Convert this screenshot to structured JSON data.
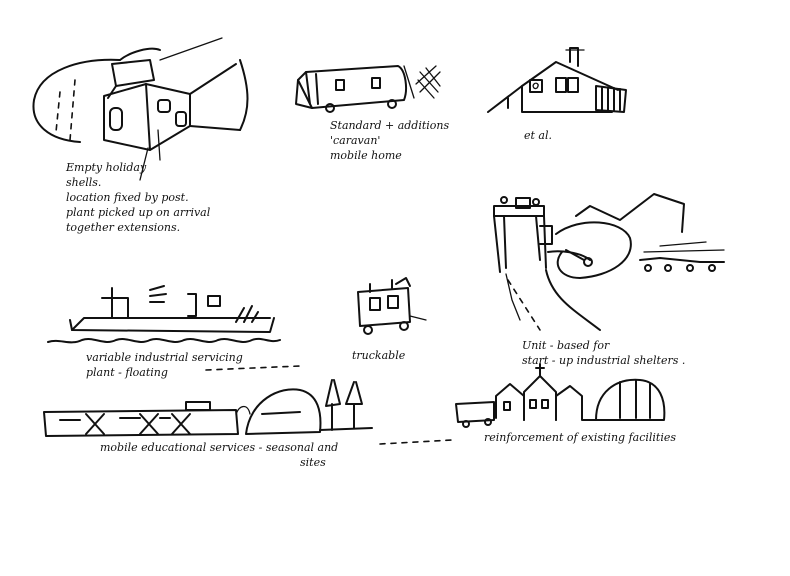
{
  "notes": {
    "empty_shells": [
      "Empty holiday",
      "shells.",
      "location fixed by post.",
      "plant picked up on arrival",
      "together extensions."
    ],
    "caravan": [
      "Standard + additions",
      "'caravan'",
      "mobile home"
    ],
    "et_al": "et al.",
    "floating": [
      "variable industrial servicing",
      "plant - floating"
    ],
    "truckable": "truckable",
    "shelters": [
      "Unit - based for",
      "start - up industrial shelters ."
    ],
    "mobile_edu": [
      "mobile educational services - seasonal and",
      "sites"
    ],
    "reinforcement": "reinforcement of existing facilities"
  }
}
